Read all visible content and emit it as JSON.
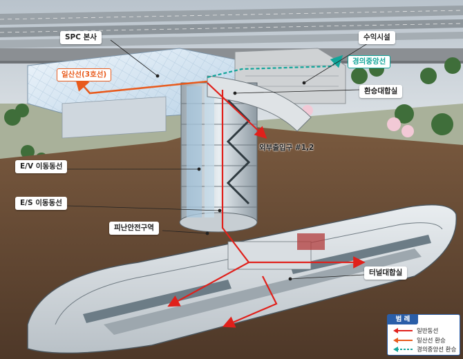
{
  "labels": {
    "spc_hq": "SPC 본사",
    "revenue_facility": "수익시설",
    "ilsan_line_3": "일산선(3호선)",
    "gyeongui_jungang": "경의중앙선",
    "transfer_hall": "환승대합실",
    "external_exit": "외부출입구 #1,2",
    "ev_route": "E/V 이동동선",
    "es_route": "E/S 이동동선",
    "safe_refuge": "피난안전구역",
    "tunnel_hall": "터널대합실"
  },
  "legend": {
    "title": "범 례",
    "items": [
      {
        "label": "일반동선",
        "color": "#e0201b",
        "style": "solid-arrow"
      },
      {
        "label": "일산선 환승",
        "color": "#e85a1c",
        "style": "solid-arrow"
      },
      {
        "label": "경의중앙선 환승",
        "color": "#12a59a",
        "style": "dashed-arrow"
      }
    ]
  },
  "colors": {
    "general_route": "#e0201b",
    "ilsan_transfer": "#e85a1c",
    "gyeongui_transfer": "#12a59a",
    "legend_header": "#2a5ea8",
    "soil": "#6b4e36",
    "sky": "#cdd6de"
  }
}
